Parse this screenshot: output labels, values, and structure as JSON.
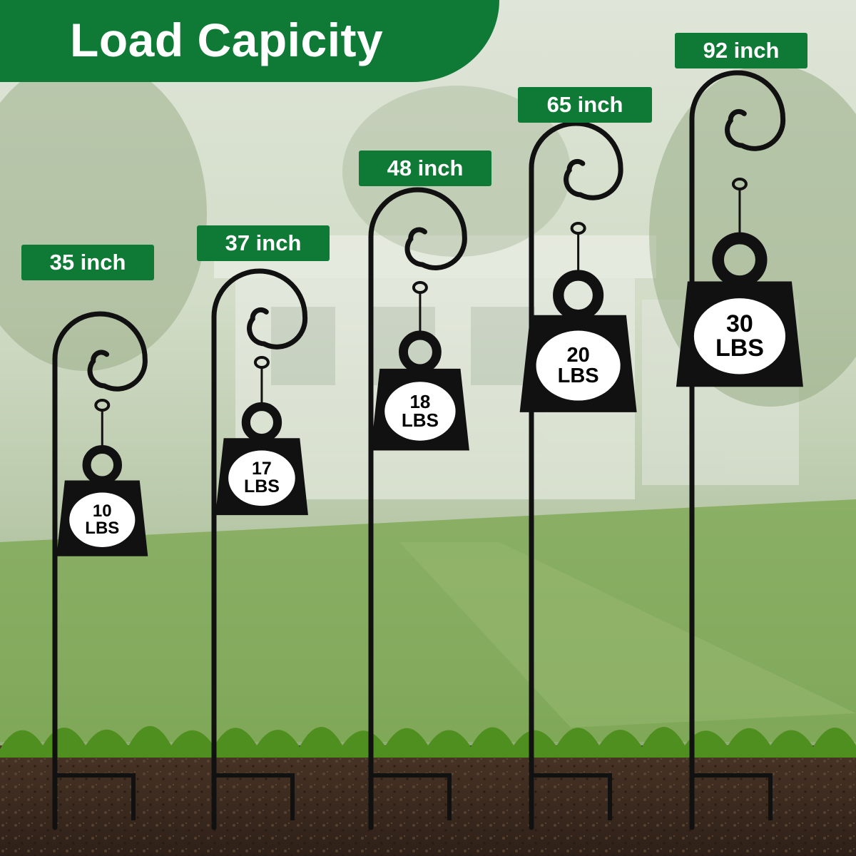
{
  "title": "Load Capicity",
  "colors": {
    "banner_green": "#0f7a36",
    "hook_black": "#111111",
    "soil": "#3b2a20",
    "grass": "#4f8f1f"
  },
  "hooks": [
    {
      "height_label": "35 inch",
      "weight_value": "10",
      "weight_unit": "LBS"
    },
    {
      "height_label": "37 inch",
      "weight_value": "17",
      "weight_unit": "LBS"
    },
    {
      "height_label": "48 inch",
      "weight_value": "18",
      "weight_unit": "LBS"
    },
    {
      "height_label": "65 inch",
      "weight_value": "20",
      "weight_unit": "LBS"
    },
    {
      "height_label": "92 inch",
      "weight_value": "30",
      "weight_unit": "LBS"
    }
  ]
}
